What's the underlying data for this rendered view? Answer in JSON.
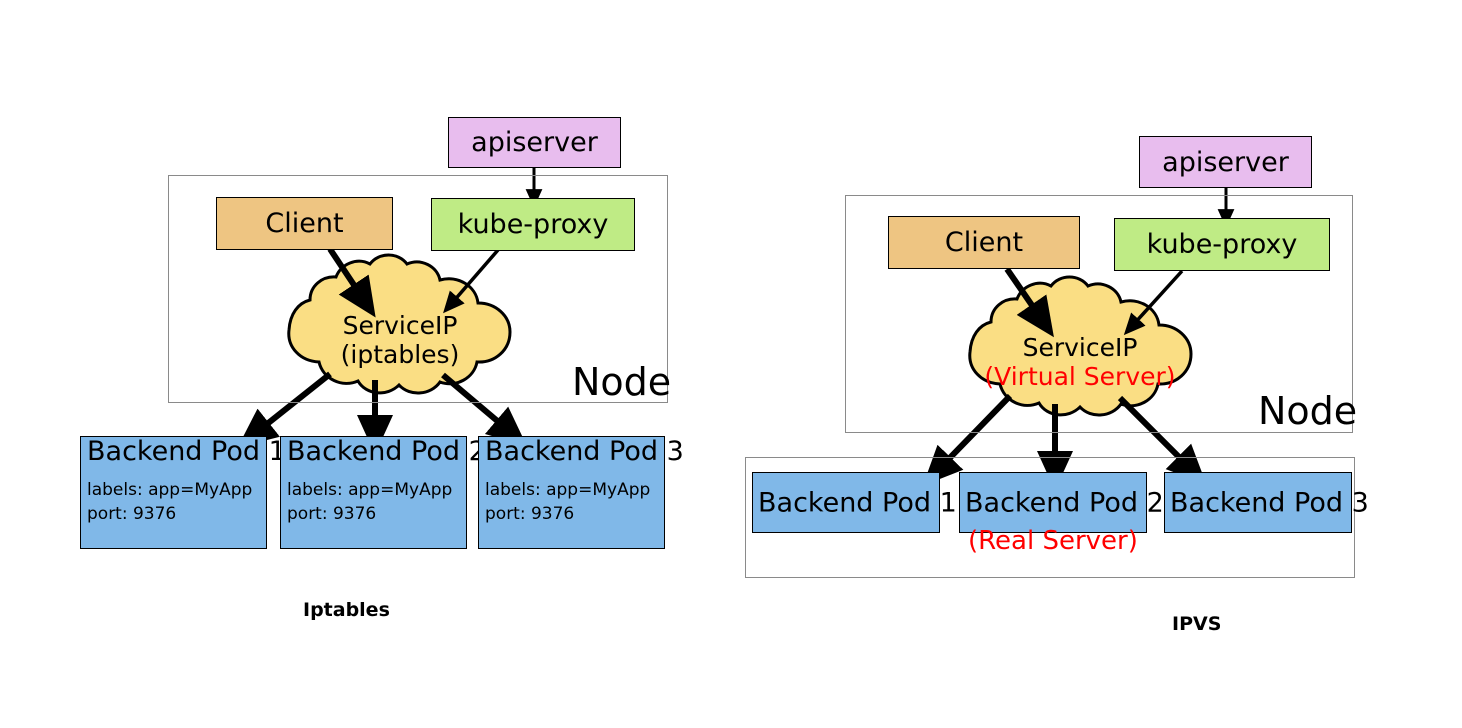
{
  "diagram": {
    "title_hidden": "",
    "colors": {
      "apiserver": "#e8bdee",
      "client": "#eec582",
      "kube_proxy": "#bfeb85",
      "pod": "#80b8e8",
      "cloud": "#fade84",
      "node_border": "#8a8a8a",
      "accent_red": "#ff0000",
      "stroke": "#000000"
    },
    "panels": [
      {
        "id": "iptables",
        "caption": "Iptables",
        "node_label": "Node",
        "apiserver": "apiserver",
        "client": "Client",
        "kube_proxy": "kube-proxy",
        "cloud": {
          "line1": "ServiceIP",
          "line2": "(iptables)",
          "line2_color": "#000000"
        },
        "pods": [
          {
            "title": "Backend Pod 1",
            "labels": "labels: app=MyApp",
            "port": "port: 9376"
          },
          {
            "title": "Backend Pod 2",
            "labels": "labels: app=MyApp",
            "port": "port: 9376"
          },
          {
            "title": "Backend Pod 3",
            "labels": "labels: app=MyApp",
            "port": "port: 9376"
          }
        ]
      },
      {
        "id": "ipvs",
        "caption": "IPVS",
        "node_label": "Node",
        "apiserver": "apiserver",
        "client": "Client",
        "kube_proxy": "kube-proxy",
        "cloud": {
          "line1": "ServiceIP",
          "line2": "(Virtual Server)",
          "line2_color": "#ff0000"
        },
        "real_server_label": "(Real Server)",
        "pods": [
          {
            "title": "Backend Pod 1"
          },
          {
            "title": "Backend Pod 2"
          },
          {
            "title": "Backend Pod 3"
          }
        ]
      }
    ]
  }
}
